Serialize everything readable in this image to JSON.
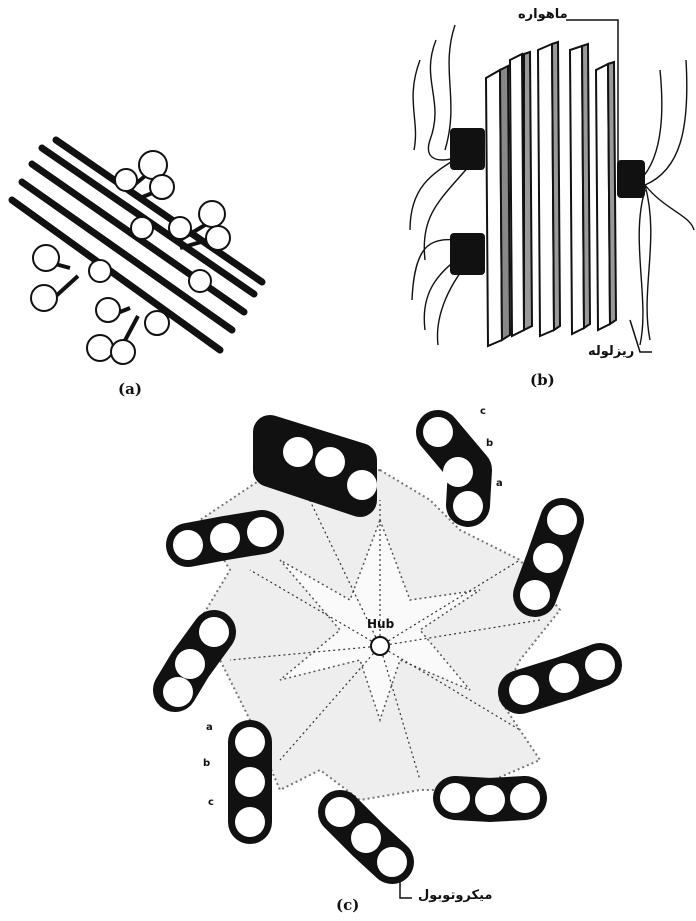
{
  "figure": {
    "panel_a": {
      "caption": "(a)"
    },
    "panel_b": {
      "caption": "(b)",
      "label_satellite": "ماهواره",
      "label_microtubule": "ریزلوله"
    },
    "panel_c": {
      "caption": "(c)",
      "label_microtubule": "میکروتوبول",
      "hub_label": "Hub",
      "triplet_labels_top": [
        "c",
        "b",
        "a"
      ],
      "triplet_labels_bottom": [
        "a",
        "b",
        "c"
      ]
    }
  }
}
